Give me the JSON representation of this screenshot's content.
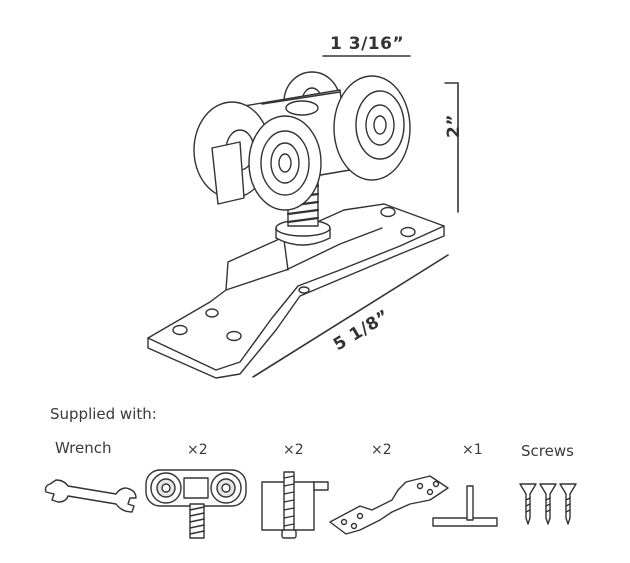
{
  "dimensions": {
    "width": "1 3/16”",
    "height": "2”",
    "length": "5 1/8”"
  },
  "supplied": {
    "heading": "Supplied with:",
    "items": [
      {
        "label": "Wrench",
        "icon": "wrench-icon"
      },
      {
        "label": "×2",
        "icon": "roller-trolley-icon"
      },
      {
        "label": "×2",
        "icon": "door-stopper-icon"
      },
      {
        "label": "×2",
        "icon": "mounting-plate-icon"
      },
      {
        "label": "×1",
        "icon": "floor-guide-icon"
      },
      {
        "label": "Screws",
        "icon": "screws-icon"
      }
    ]
  },
  "colors": {
    "line": "#333333",
    "fill": "#ffffff",
    "shade": "#e6e6e6"
  }
}
